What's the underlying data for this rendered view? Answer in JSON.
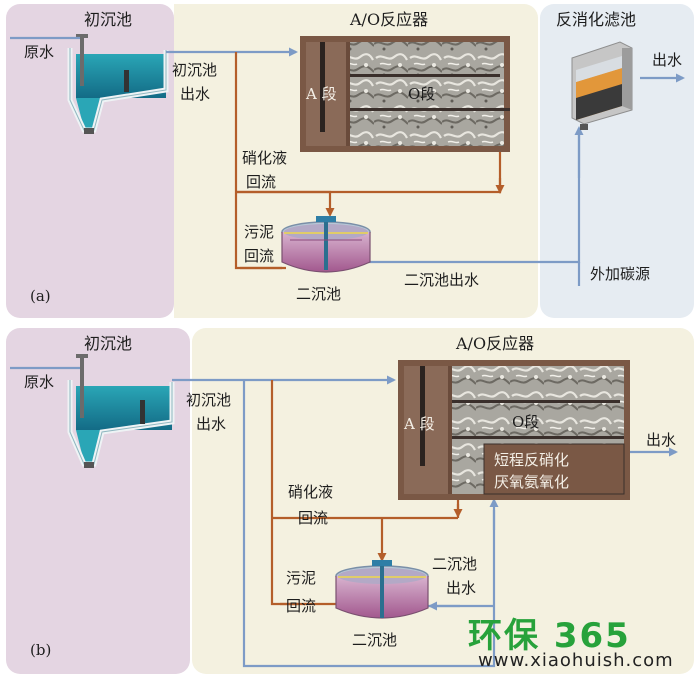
{
  "panel_a": {
    "label": "(a)",
    "primary_clarifier": "初沉池",
    "raw_water": "原水",
    "primary_effluent_l1": "初沉池",
    "primary_effluent_l2": "出水",
    "reactor_title": "A/O反应器",
    "a_stage": "A 段",
    "o_stage": "O段",
    "nitrified_recycle_l1": "硝化液",
    "nitrified_recycle_l2": "回流",
    "sludge_return_l1": "污泥",
    "sludge_return_l2": "回流",
    "secondary_clarifier": "二沉池",
    "secondary_effluent": "二沉池出水",
    "denitrification_filter": "反消化滤池",
    "effluent": "出水",
    "external_carbon": "外加碳源"
  },
  "panel_b": {
    "label": "(b)",
    "primary_clarifier": "初沉池",
    "raw_water": "原水",
    "primary_effluent_l1": "初沉池",
    "primary_effluent_l2": "出水",
    "reactor_title": "A/O反应器",
    "a_stage": "A 段",
    "o_stage": "O段",
    "anammox_l1": "短程反硝化",
    "anammox_l2": "厌氧氨氧化",
    "effluent": "出水",
    "nitrified_recycle_l1": "硝化液",
    "nitrified_recycle_l2": "回流",
    "sludge_return_l1": "污泥",
    "sludge_return_l2": "回流",
    "secondary_effluent_l1": "二沉池",
    "secondary_effluent_l2": "出水",
    "secondary_clarifier": "二沉池"
  },
  "watermark": {
    "brand": "环保 365",
    "url": "www.xiaohuish.com"
  },
  "colors": {
    "purple_panel": "#e4d5e2",
    "yellow_panel": "#f4f1e0",
    "blue_panel": "#e6ecf2",
    "water_line": "#7d9bc6",
    "recycle_line": "#b45e2a",
    "reactor_frame": "#7a5845",
    "tank_water": "#1f8fa0"
  }
}
